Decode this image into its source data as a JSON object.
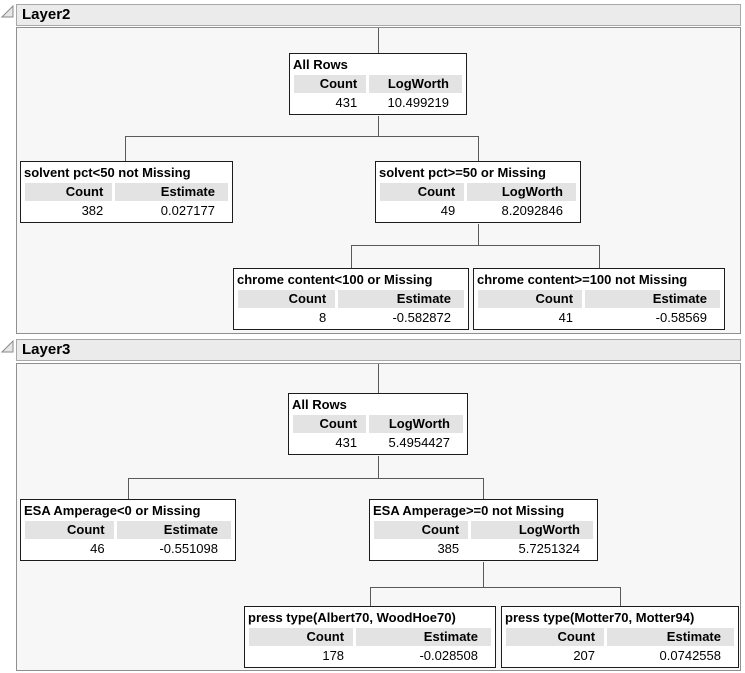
{
  "report": {
    "colors": {
      "page_bg": "#ffffff",
      "header_bar_bg": "#ebebeb",
      "panel_bg": "#f7f7f7",
      "node_bg": "#ffffff",
      "node_border": "#1c1c1c",
      "cell_header_bg": "#e3e3e3",
      "connector": "#5a5a5a"
    },
    "layers": [
      {
        "title": "Layer2",
        "nodes": [
          {
            "title": "All Rows",
            "columns": [
              "Count",
              "LogWorth"
            ],
            "values": [
              "431",
              "10.499219"
            ],
            "children": [
              1,
              2
            ]
          },
          {
            "title": "solvent pct<50 not Missing",
            "columns": [
              "Count",
              "Estimate"
            ],
            "values": [
              "382",
              "0.027177"
            ],
            "children": []
          },
          {
            "title": "solvent pct>=50 or Missing",
            "columns": [
              "Count",
              "LogWorth"
            ],
            "values": [
              "49",
              "8.2092846"
            ],
            "children": [
              3,
              4
            ]
          },
          {
            "title": "chrome content<100 or Missing",
            "columns": [
              "Count",
              "Estimate"
            ],
            "values": [
              "8",
              "-0.582872"
            ],
            "children": []
          },
          {
            "title": "chrome content>=100 not Missing",
            "columns": [
              "Count",
              "Estimate"
            ],
            "values": [
              "41",
              "-0.58569"
            ],
            "children": []
          }
        ]
      },
      {
        "title": "Layer3",
        "nodes": [
          {
            "title": "All Rows",
            "columns": [
              "Count",
              "LogWorth"
            ],
            "values": [
              "431",
              "5.4954427"
            ],
            "children": [
              1,
              2
            ]
          },
          {
            "title": "ESA Amperage<0 or Missing",
            "columns": [
              "Count",
              "Estimate"
            ],
            "values": [
              "46",
              "-0.551098"
            ],
            "children": []
          },
          {
            "title": "ESA Amperage>=0 not Missing",
            "columns": [
              "Count",
              "LogWorth"
            ],
            "values": [
              "385",
              "5.7251324"
            ],
            "children": [
              3,
              4
            ]
          },
          {
            "title": "press type(Albert70, WoodHoe70)",
            "columns": [
              "Count",
              "Estimate"
            ],
            "values": [
              "178",
              "-0.028508"
            ],
            "children": []
          },
          {
            "title": "press type(Motter70, Motter94)",
            "columns": [
              "Count",
              "Estimate"
            ],
            "values": [
              "207",
              "0.0742558"
            ],
            "children": []
          }
        ]
      }
    ]
  }
}
